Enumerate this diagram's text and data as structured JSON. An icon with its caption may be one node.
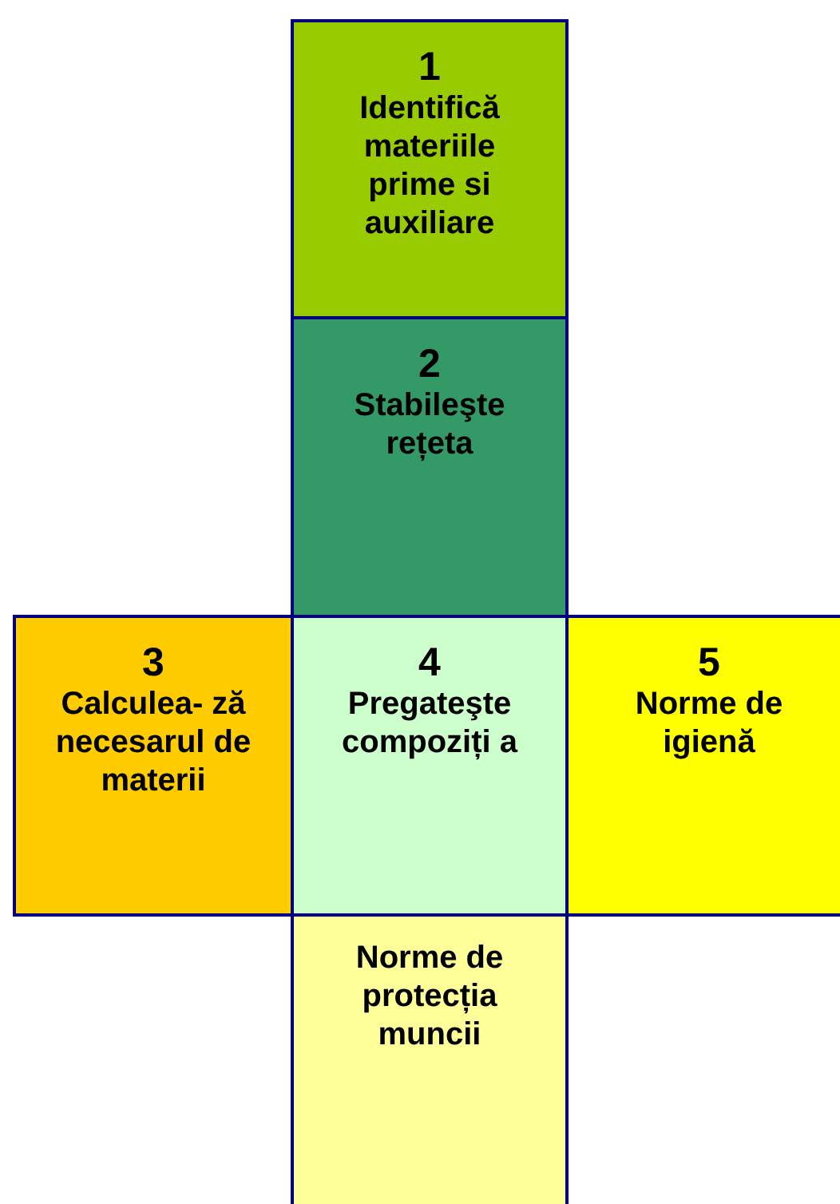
{
  "diagram": {
    "nodes": [
      {
        "text": [
          "1",
          "Identifică materiile prime si auxiliare"
        ]
      },
      {
        "text": [
          "2",
          "Stabileşte rețeta"
        ]
      },
      {
        "text": [
          "3",
          "Calculea- ză necesarul de materii"
        ]
      },
      {
        "text": [
          "4",
          "Pregateşte compoziți a"
        ]
      },
      {
        "text": [
          "5",
          "Norme de igienă"
        ]
      },
      {
        "text": [
          "Norme de protecția muncii"
        ]
      }
    ]
  }
}
